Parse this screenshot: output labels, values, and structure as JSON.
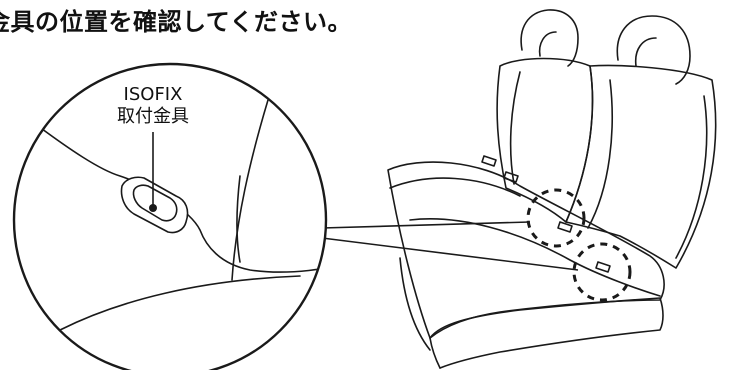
{
  "caption": "金具の位置を確認してください。",
  "callout": {
    "label_line1": "ISOFIX",
    "label_line2": "取付金具"
  }
}
